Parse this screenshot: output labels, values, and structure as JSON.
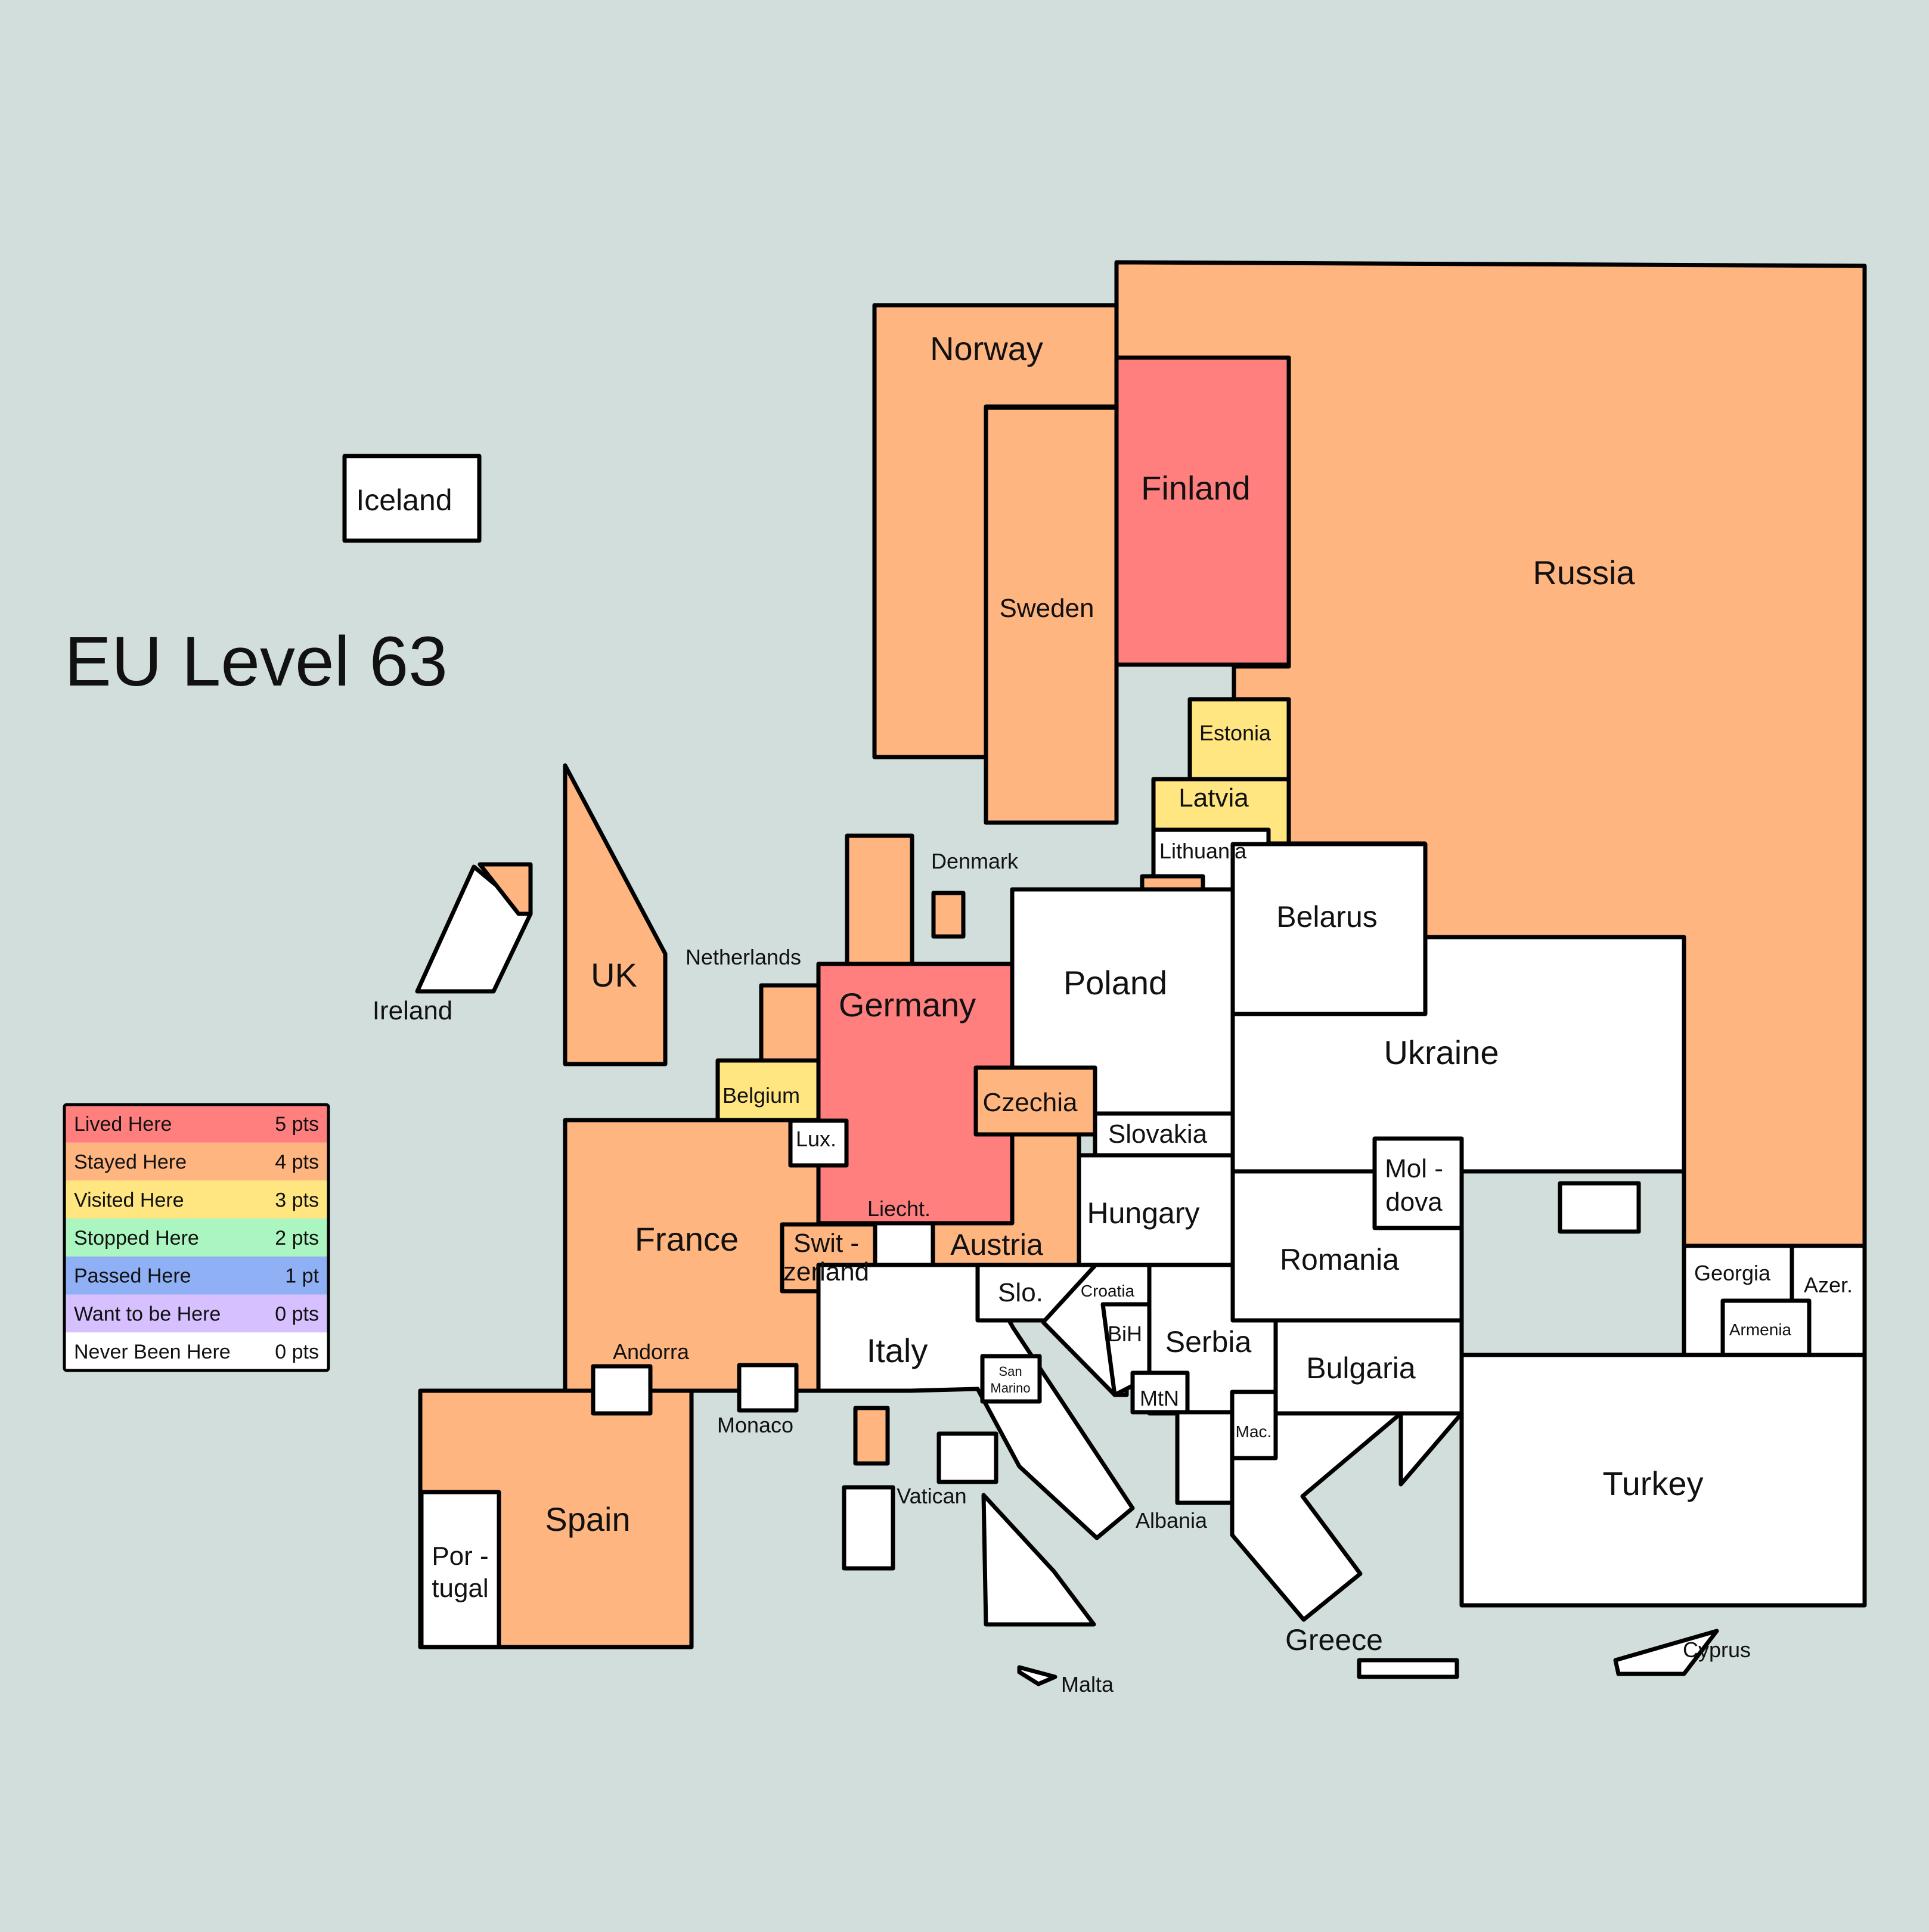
{
  "title": "EU Level 63",
  "colors": {
    "background": "#d1dedb",
    "lived": "#ff7f7f",
    "stayed": "#ffb57f",
    "visited": "#ffe680",
    "stopped": "#aaf5c0",
    "passed": "#8fb0f5",
    "want": "#d6c0ff",
    "never": "#ffffff"
  },
  "legend": [
    {
      "label": "Lived Here",
      "points": "5 pts",
      "status": "lived"
    },
    {
      "label": "Stayed Here",
      "points": "4 pts",
      "status": "stayed"
    },
    {
      "label": "Visited Here",
      "points": "3 pts",
      "status": "visited"
    },
    {
      "label": "Stopped Here",
      "points": "2 pts",
      "status": "stopped"
    },
    {
      "label": "Passed Here",
      "points": "1 pt",
      "status": "passed"
    },
    {
      "label": "Want to be Here",
      "points": "0 pts",
      "status": "want"
    },
    {
      "label": "Never Been Here",
      "points": "0 pts",
      "status": "never"
    }
  ],
  "countries": {
    "russia": {
      "name": "Russia",
      "status": "stayed"
    },
    "norway": {
      "name": "Norway",
      "status": "stayed"
    },
    "sweden": {
      "name": "Sweden",
      "status": "stayed"
    },
    "finland": {
      "name": "Finland",
      "status": "lived"
    },
    "estonia": {
      "name": "Estonia",
      "status": "visited"
    },
    "latvia": {
      "name": "Latvia",
      "status": "visited"
    },
    "lithuania": {
      "name": "Lithuania",
      "status": "never"
    },
    "kaliningrad": {
      "name": "",
      "status": "stayed"
    },
    "belarus": {
      "name": "Belarus",
      "status": "never"
    },
    "ukraine": {
      "name": "Ukraine",
      "status": "never"
    },
    "poland": {
      "name": "Poland",
      "status": "never"
    },
    "germany": {
      "name": "Germany",
      "status": "lived"
    },
    "denmark": {
      "name": "Denmark",
      "status": "stayed"
    },
    "netherlands": {
      "name": "Netherlands",
      "status": "stayed"
    },
    "belgium": {
      "name": "Belgium",
      "status": "visited"
    },
    "luxembourg": {
      "name": "Lux.",
      "status": "never"
    },
    "france": {
      "name": "France",
      "status": "stayed"
    },
    "uk": {
      "name": "UK",
      "status": "stayed"
    },
    "ireland": {
      "name": "Ireland",
      "status": "never"
    },
    "northern_ireland": {
      "name": "",
      "status": "stayed"
    },
    "iceland": {
      "name": "Iceland",
      "status": "never"
    },
    "czechia": {
      "name": "Czechia",
      "status": "stayed"
    },
    "slovakia": {
      "name": "Slovakia",
      "status": "never"
    },
    "austria": {
      "name": "Austria",
      "status": "stayed"
    },
    "switzerland": {
      "name": "Swit -\nzerland",
      "status": "stayed"
    },
    "liechtenstein": {
      "name": "Liecht.",
      "status": "never"
    },
    "hungary": {
      "name": "Hungary",
      "status": "never"
    },
    "slovenia": {
      "name": "Slo.",
      "status": "never"
    },
    "croatia": {
      "name": "Croatia",
      "status": "never"
    },
    "bih": {
      "name": "BiH",
      "status": "never"
    },
    "serbia": {
      "name": "Serbia",
      "status": "never"
    },
    "montenegro": {
      "name": "MtN",
      "status": "never"
    },
    "kosovo": {
      "name": "",
      "status": "never"
    },
    "macedonia": {
      "name": "Mac.",
      "status": "never"
    },
    "albania": {
      "name": "Albania",
      "status": "never"
    },
    "greece": {
      "name": "Greece",
      "status": "never"
    },
    "bulgaria": {
      "name": "Bulgaria",
      "status": "never"
    },
    "romania": {
      "name": "Romania",
      "status": "never"
    },
    "moldova": {
      "name": "Mol -\ndova",
      "status": "never"
    },
    "crimea": {
      "name": "",
      "status": "never"
    },
    "italy": {
      "name": "Italy",
      "status": "never"
    },
    "san_marino": {
      "name": "San\nMarino",
      "status": "never"
    },
    "vatican": {
      "name": "Vatican",
      "status": "never"
    },
    "corsica": {
      "name": "",
      "status": "stayed"
    },
    "sardinia": {
      "name": "",
      "status": "never"
    },
    "malta": {
      "name": "Malta",
      "status": "never"
    },
    "spain": {
      "name": "Spain",
      "status": "stayed"
    },
    "portugal": {
      "name": "Por -\ntugal",
      "status": "never"
    },
    "andorra": {
      "name": "Andorra",
      "status": "never"
    },
    "monaco": {
      "name": "Monaco",
      "status": "never"
    },
    "turkey": {
      "name": "Turkey",
      "status": "never"
    },
    "georgia": {
      "name": "Georgia",
      "status": "never"
    },
    "armenia": {
      "name": "Armenia",
      "status": "never"
    },
    "azerbaijan": {
      "name": "Azer.",
      "status": "never"
    },
    "cyprus": {
      "name": "Cyprus",
      "status": "never"
    },
    "crete": {
      "name": "",
      "status": "never"
    }
  }
}
